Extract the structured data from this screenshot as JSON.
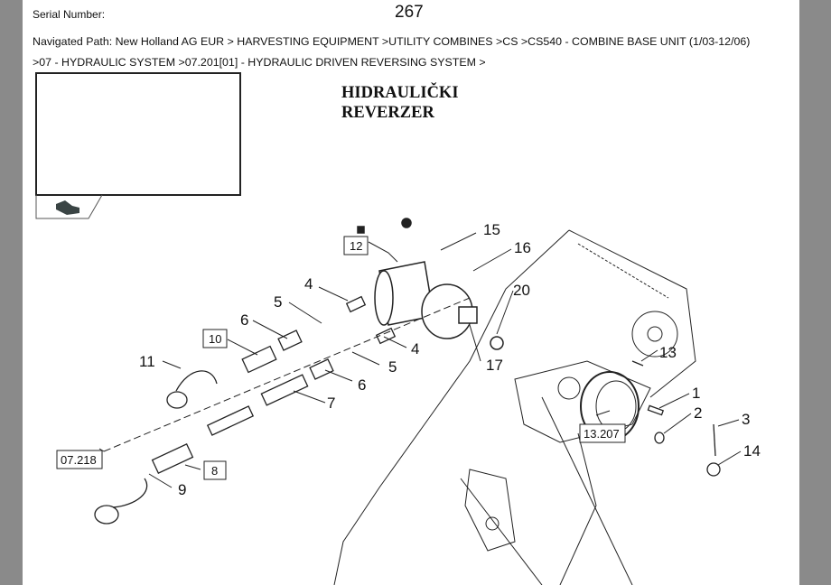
{
  "header": {
    "serial_label": "Serial Number:",
    "serial_value": "267",
    "path_line1": "Navigated Path: New Holland AG EUR > HARVESTING EQUIPMENT >UTILITY COMBINES >CS >CS540 - COMBINE BASE UNIT (1/03-12/06)",
    "path_line2": ">07 - HYDRAULIC SYSTEM >07.201[01] - HYDRAULIC DRIVEN REVERSING SYSTEM >"
  },
  "diagram": {
    "title_line1": "HIDRAULIČKI",
    "title_line2": "REVERZER",
    "callouts": {
      "c15": "15",
      "c16": "16",
      "c4a": "4",
      "c12": "12",
      "c5a": "5",
      "c6a": "6",
      "c10": "10",
      "c20": "20",
      "c11": "11",
      "c4b": "4",
      "c5b": "5",
      "c6b": "6",
      "c7": "7",
      "c17": "17",
      "c13": "13",
      "c1": "1",
      "c2": "2",
      "c3": "3",
      "c14": "14",
      "c13207": "13.207",
      "c07218": "07.218",
      "c8": "8",
      "c9": "9"
    }
  }
}
